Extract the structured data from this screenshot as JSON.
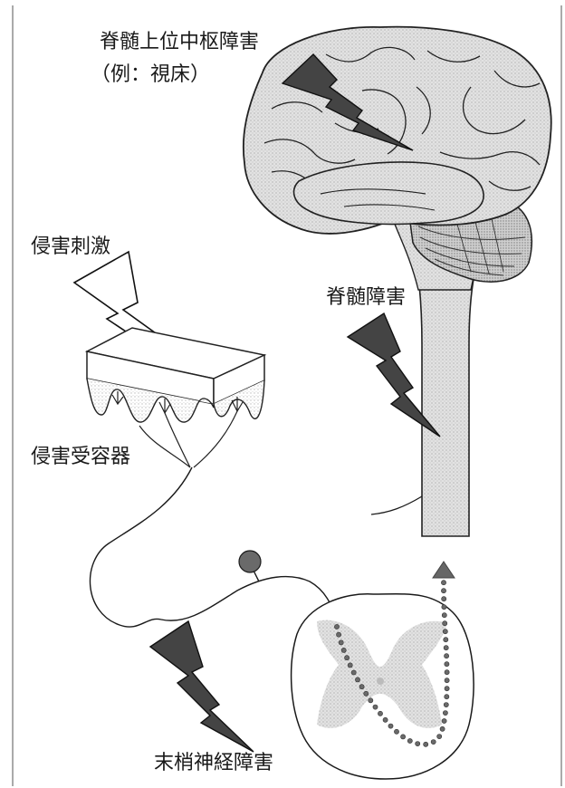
{
  "labels": {
    "brain_title": "脊髄上位中枢障害",
    "brain_example": "（例：視床）",
    "noxious_stimulus": "侵害刺激",
    "spinal_cord_injury": "脊髄障害",
    "nociceptor": "侵害受容器",
    "peripheral_nerve_injury": "末梢神経障害"
  },
  "colors": {
    "tissue_fill": "#dcdcdc",
    "tissue_dark": "#c4c4c4",
    "bolt_fill": "#444444",
    "line": "#1a1a1a",
    "dots": "#6a6a6a",
    "arrow": "#666666"
  },
  "icons": {
    "lesion": "lightning-bolt-icon",
    "stimulus": "lightning-bolt-outline-icon"
  }
}
